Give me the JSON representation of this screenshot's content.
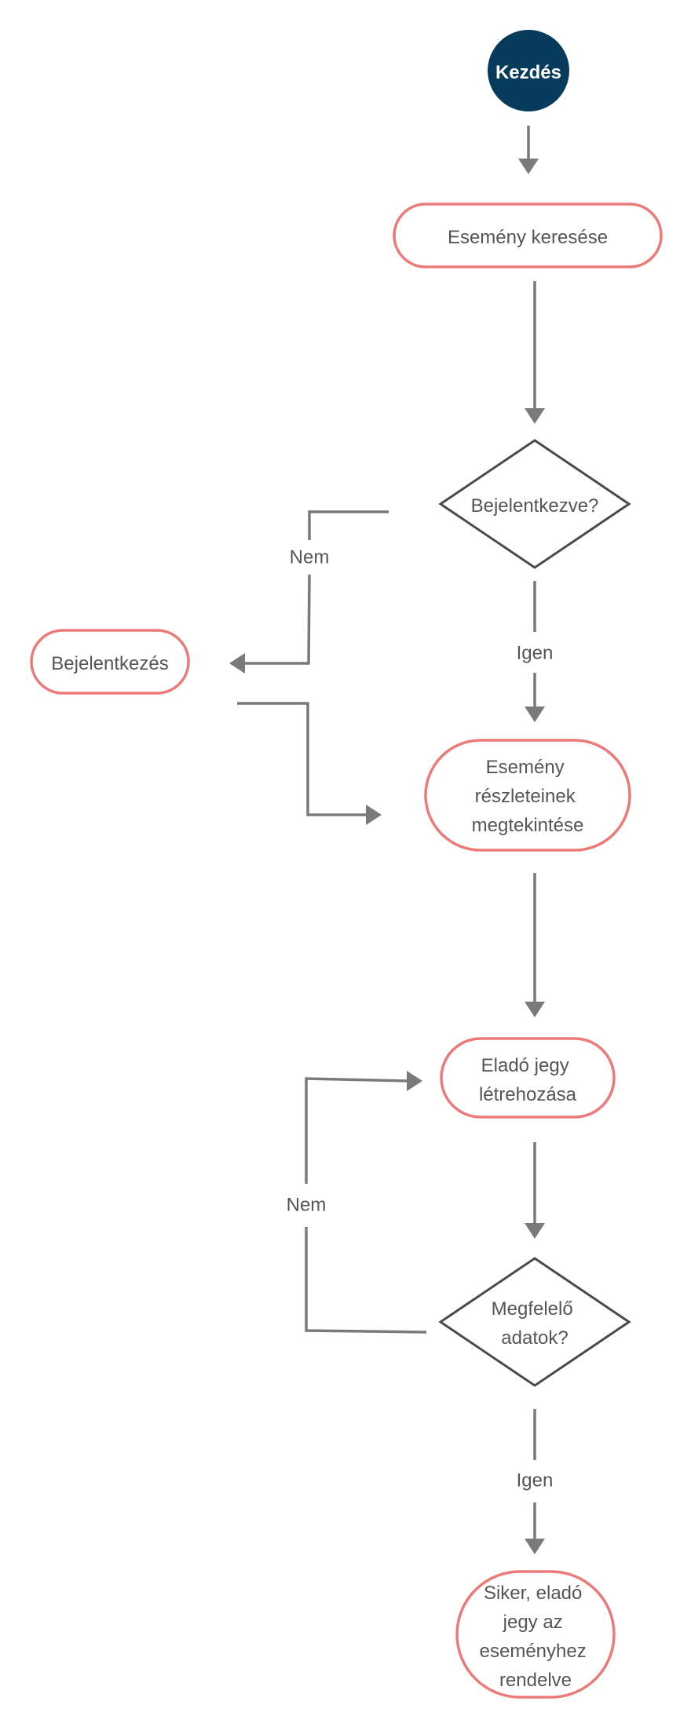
{
  "colors": {
    "start_fill": "#073b5c",
    "node_border": "#ec7a78",
    "decision_border": "#4a4a4a",
    "edge": "#7a7a7a",
    "text": "#555555"
  },
  "nodes": {
    "start": {
      "lines": [
        "Kezdés"
      ]
    },
    "search_event": {
      "lines": [
        "Esemény keresése"
      ]
    },
    "logged_in": {
      "lines": [
        "Bejelentkezve?"
      ]
    },
    "login": {
      "lines": [
        "Bejelentkezés"
      ]
    },
    "view_event": {
      "lines": [
        "Esemény",
        "részleteinek",
        "megtekintése"
      ]
    },
    "create_ticket": {
      "lines": [
        "Eladó jegy",
        "létrehozása"
      ]
    },
    "valid_data": {
      "lines": [
        "Megfelelő",
        "adatok?"
      ]
    },
    "success": {
      "lines": [
        "Siker, eladó",
        "jegy az",
        "eseményhez",
        "rendelve"
      ]
    }
  },
  "edge_labels": {
    "logged_in_no": "Nem",
    "logged_in_yes": "Igen",
    "valid_no": "Nem",
    "valid_yes": "Igen"
  }
}
